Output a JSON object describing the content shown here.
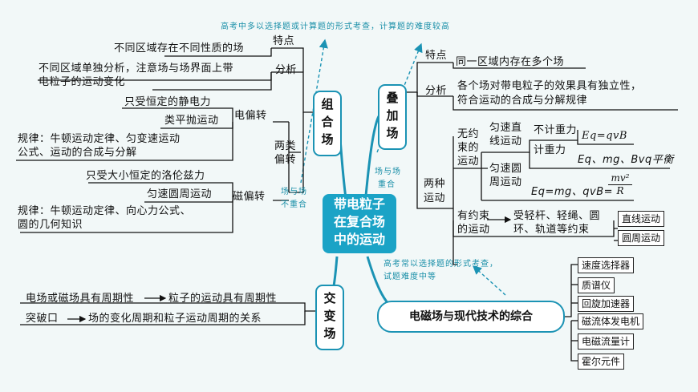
{
  "center": {
    "l1": "带电粒子",
    "l2": "在复合场",
    "l3": "中的运动"
  },
  "notes": {
    "top": "高考中多以选择题或计算题的形式考查，计算题的难度较高",
    "zuhe_a": "场与场",
    "zuhe_b": "不重合",
    "diejia_a": "场与场",
    "diejia_b": "重合",
    "modern_a": "高考常以选择题的形式考查，",
    "modern_b": "试题难度中等"
  },
  "zuhe": {
    "title": "组合场",
    "tedian": "特点",
    "tedian_text": "不同区域存在不同性质的场",
    "fenxi": "分析",
    "fenxi_l1": "不同区域单独分析，注意场与场界面上带",
    "fenxi_l2": "电粒子的运动变化",
    "liangpian_l1": "两类",
    "liangpian_l2": "偏转",
    "dianpian": "电偏转",
    "dian_a": "只受恒定的静电力",
    "dian_b": "类平抛运动",
    "dian_law_l1": "规律：牛顿运动定律、匀变速运动",
    "dian_law_l2": "公式、运动的合成与分解",
    "cipian": "磁偏转",
    "ci_a": "只受大小恒定的洛伦兹力",
    "ci_b": "匀速圆周运动",
    "ci_law_l1": "规律：牛顿运动定律、向心力公式、",
    "ci_law_l2": "圆的几何知识"
  },
  "diejia": {
    "title": "叠加场",
    "tedian": "特点",
    "tedian_text": "同一区域内存在多个场",
    "fenxi": "分析",
    "fenxi_l1": "各个场对带电粒子的效果具有独立性，",
    "fenxi_l2": "符合运动的合成与分解规律",
    "liangzhong_l1": "两种",
    "liangzhong_l2": "运动",
    "wuyueshu_l1": "无约",
    "wuyueshu_l2": "束的",
    "wuyueshu_l3": "运动",
    "yszx_l1": "匀速直",
    "yszx_l2": "线运动",
    "bujizhong": "不计重力",
    "eq1": "Eq=qvB",
    "jizhong": "计重力",
    "eq2": "Eq、mg、Bvq平衡",
    "yszy_l1": "匀速圆",
    "yszy_l2": "周运动",
    "eq3": "Eq=mg、qvB=",
    "frac_num": "mv²",
    "frac_den": "R",
    "youyueshu_l1": "有约束",
    "youyueshu_l2": "的运动",
    "qing_l1": "受轻杆、轻绳、圆",
    "qing_l2": "环、轨道等约束",
    "zhixian": "直线运动",
    "yuanzhou": "圆周运动"
  },
  "jiaobian": {
    "title": "交变场",
    "l1_a": "电场或磁场具有周期性",
    "l1_b": "粒子的运动具有周期性",
    "l2_a": "突破口",
    "l2_b": "场的变化周期和粒子运动周期的关系"
  },
  "modern": {
    "title": "电磁场与现代技术的综合",
    "items": [
      "速度选择器",
      "质谱仪",
      "回旋加速器",
      "磁流体发电机",
      "电磁流量计",
      "霍尔元件"
    ]
  }
}
